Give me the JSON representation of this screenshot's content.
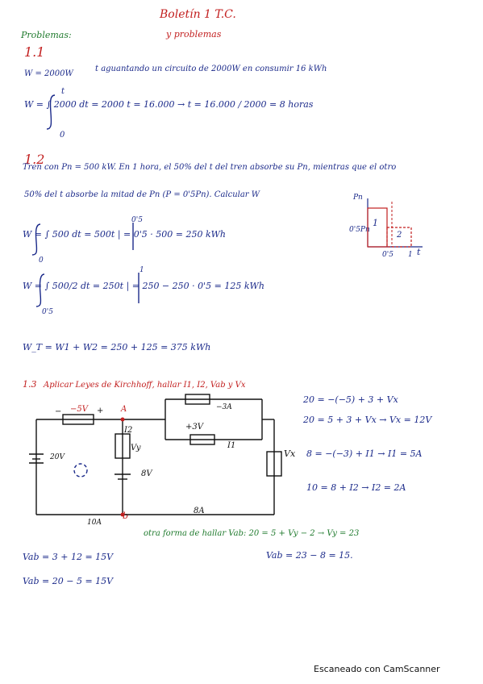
{
  "header": {
    "title_line1": "Boletín 1 T.C.",
    "title_line2": "y problemas",
    "section_label": "Problemas:"
  },
  "p1": {
    "number": "1.1",
    "given": "W = 2000W",
    "statement": "t aguantando un circuito de 2000W en consumir 16 kWh",
    "eq_limit_top": "t",
    "eq_limit_bottom": "0",
    "equation": "W = ∫ 2000 dt = 2000 t = 16.000 → t = 16.000 / 2000 = 8 horas"
  },
  "p2": {
    "number": "1.2",
    "statement_line1": "Tren con Pn = 500 kW. En 1 hora, el 50% del t del tren absorbe su Pn, mientras que el otro",
    "statement_line2": "50% del t absorbe la mitad de Pn (P = 0'5Pn). Calcular W",
    "eq1": "W = ∫ 500 dt = 500t | = 0'5 · 500 = 250 kWh",
    "eq1_limit_top": "0'5",
    "eq1_limit_bottom": "0",
    "eq2": "W = ∫ 500/2 dt = 250t | = 250 − 250 · 0'5 = 125 kWh",
    "eq2_limit_top": "1",
    "eq2_limit_bottom": "0'5",
    "total": "W_T = W1 + W2 = 250 + 125 = 375 kWh",
    "graph": {
      "y_label": "Pn",
      "y_tick": "0'5Pn",
      "x_tick1": "0'5",
      "x_tick2": "1",
      "x_label": "t",
      "region1": "1",
      "region2": "2"
    }
  },
  "p3": {
    "number": "1.3",
    "statement": "Aplicar Leyes de Kirchhoff, hallar I1, I2, Vab y Vx",
    "circuit": {
      "v_top": "−5V",
      "plus_top": "+",
      "minus_top": "−",
      "node_a": "A",
      "node_b": "b",
      "source_left": "20V",
      "i2_label": "I2",
      "vy_label": "Vy",
      "src_mid": "8V",
      "top_branch_v": "−3A",
      "mid_branch_v": "+3V",
      "mid_branch_i": "I1",
      "vx_label": "Vx",
      "bottom_i_right": "8A",
      "bottom_i_left": "10A"
    },
    "eq1": "20 = −(−5) + 3 + Vx",
    "eq2": "20 = 5 + 3 + Vx → Vx = 12V",
    "eq3": "8 = −(−3) + I1 → I1 = 5A",
    "eq4": "10 = 8 + I2 → I2 = 2A",
    "alt_method": "otra forma de hallar Vab: 20 = 5 + Vy − 2 → Vy = 23",
    "vab_alt": "Vab = 23 − 8 = 15.",
    "vab1": "Vab = 3 + 12 = 15V",
    "vab2": "Vab = 20 − 5 = 15V"
  },
  "footer": "Escaneado con CamScanner"
}
